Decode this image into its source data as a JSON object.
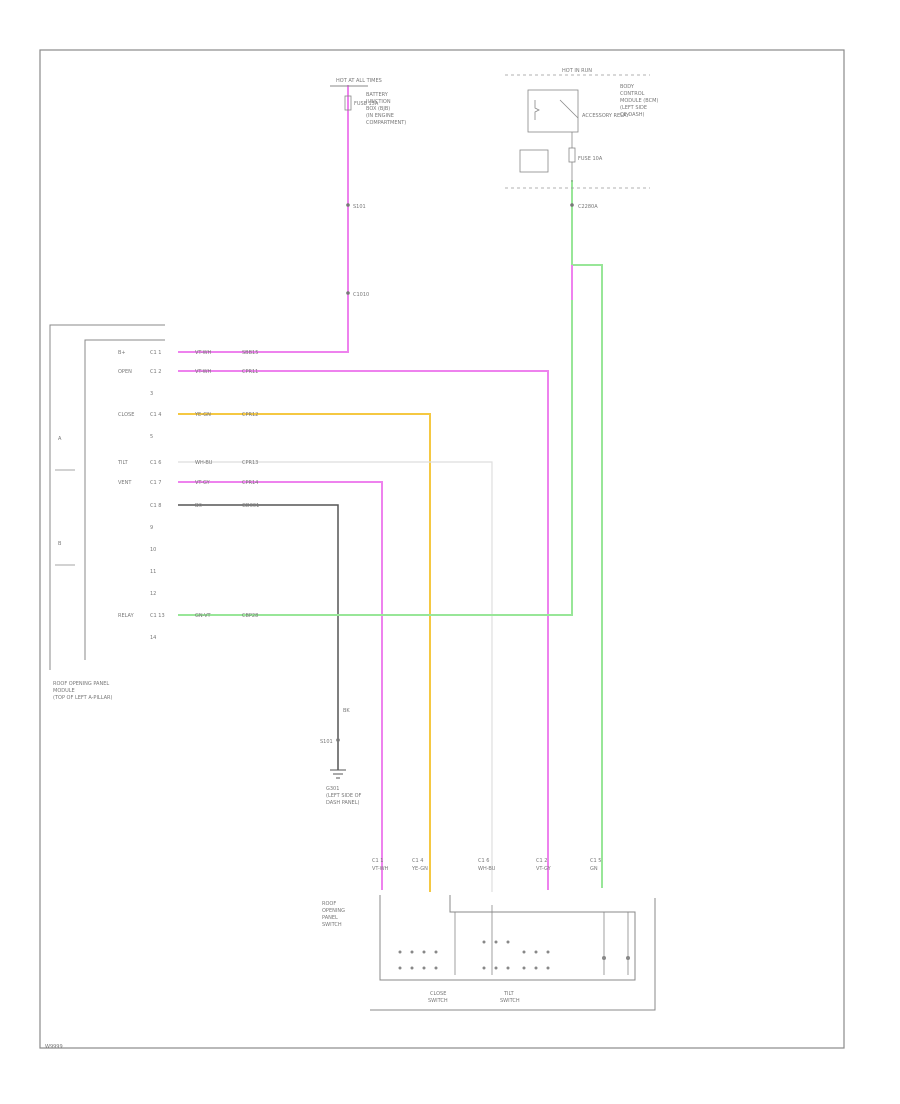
{
  "diagram": {
    "figure_code": "W9999",
    "top_fuse": {
      "header": "HOT AT ALL TIMES",
      "fuse_label": "FUSE 15A",
      "fuse_desc": [
        "BATTERY",
        "JUNCTION",
        "BOX (BJB)",
        "(IN ENGINE",
        "COMPARTMENT)"
      ],
      "splice_1": "S101",
      "splice_2": "C1010"
    },
    "right_fuse": {
      "header": "HOT IN RUN",
      "desc": [
        "BODY",
        "CONTROL",
        "MODULE (BCM)",
        "(LEFT SIDE",
        "OF DASH)"
      ],
      "relay_label": "ACCESSORY RELAY",
      "fuse_label": "FUSE 10A",
      "connector": "C2280A"
    },
    "module": {
      "name": [
        "ROOF OPENING PANEL",
        "MODULE",
        "(TOP OF LEFT A-PILLAR)"
      ],
      "pins": [
        {
          "label": "B+",
          "pin": "C1 1",
          "color": "VT-WH",
          "circuit": "SBB15"
        },
        {
          "label": "OPEN",
          "pin": "C1 2",
          "color": "VT-WH",
          "circuit": "CPR11"
        },
        {
          "label": "",
          "pin": "3",
          "color": "",
          "circuit": ""
        },
        {
          "label": "CLOSE",
          "pin": "C1 4",
          "color": "YE-GN",
          "circuit": "CPR12"
        },
        {
          "label": "",
          "pin": "5",
          "color": "",
          "circuit": ""
        },
        {
          "label": "TILT",
          "pin": "C1 6",
          "color": "WH-BU",
          "circuit": "CPR13"
        },
        {
          "label": "VENT",
          "pin": "C1 7",
          "color": "VT-GY",
          "circuit": "CPR14"
        },
        {
          "label": "",
          "pin": "C1 8",
          "color": "BK",
          "circuit": "GD001"
        },
        {
          "label": "",
          "pin": "9",
          "color": "",
          "circuit": ""
        },
        {
          "label": "",
          "pin": "10",
          "color": "",
          "circuit": ""
        },
        {
          "label": "",
          "pin": "11",
          "color": "",
          "circuit": ""
        },
        {
          "label": "",
          "pin": "12",
          "color": "",
          "circuit": ""
        },
        {
          "label": "RELAY",
          "pin": "C1 13",
          "color": "GN-VT",
          "circuit": "CBP28"
        },
        {
          "label": "",
          "pin": "14",
          "color": "",
          "circuit": ""
        }
      ],
      "side_a": "A",
      "side_b": "B"
    },
    "ground": {
      "wire": "BK",
      "splice": "S101",
      "label": [
        "G301",
        "(LEFT SIDE OF",
        "DASH PANEL)"
      ]
    },
    "switch": {
      "name": [
        "ROOF",
        "OPENING",
        "PANEL",
        "SWITCH"
      ],
      "labels": [
        "CLOSE",
        "TILT"
      ],
      "subs": [
        "SWITCH",
        "SWITCH"
      ],
      "pins": [
        {
          "pin": "C1 1",
          "color": "VT-WH"
        },
        {
          "pin": "C1 4",
          "color": "YE-GN"
        },
        {
          "pin": "C1 6",
          "color": "WH-BU"
        },
        {
          "pin": "C1 2",
          "color": "VT-GY"
        },
        {
          "pin": "C1 5",
          "color": "GN"
        }
      ]
    }
  }
}
